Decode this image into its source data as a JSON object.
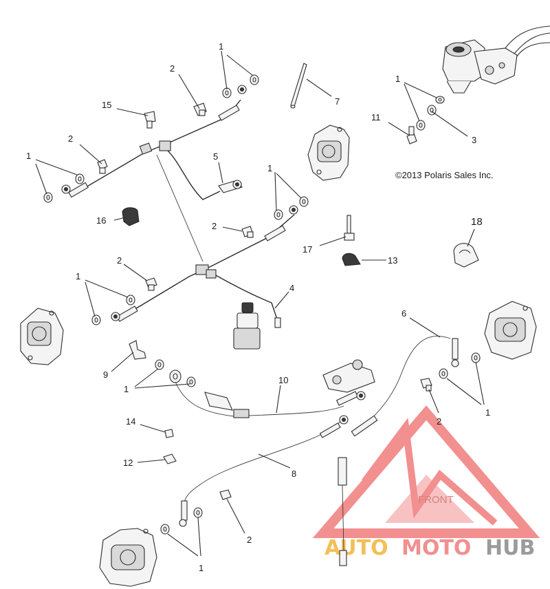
{
  "copyright": "©2013 Polaris Sales Inc.",
  "callouts": {
    "c1a": "1",
    "c1b": "1",
    "c1c": "1",
    "c1d": "1",
    "c1e": "1",
    "c1f": "1",
    "c1g": "1",
    "c1h": "1",
    "c2a": "2",
    "c2b": "2",
    "c2c": "2",
    "c2d": "2",
    "c2e": "2",
    "c2f": "2",
    "c3": "3",
    "c4": "4",
    "c5": "5",
    "c6": "6",
    "c7": "7",
    "c8": "8",
    "c9": "9",
    "c10": "10",
    "c11": "11",
    "c12": "12",
    "c13": "13",
    "c14": "14",
    "c15": "15",
    "c16": "16",
    "c17": "17",
    "c18": "18"
  },
  "watermark": {
    "front_label": "FRONT",
    "word_auto": "AUTO",
    "word_moto": "MOTO",
    "word_hub": "HUB",
    "colors": {
      "triangle": "#f07c7c",
      "auto": "#f2b53a",
      "moto": "#f07c7c",
      "hub": "#8a8a8a"
    }
  }
}
